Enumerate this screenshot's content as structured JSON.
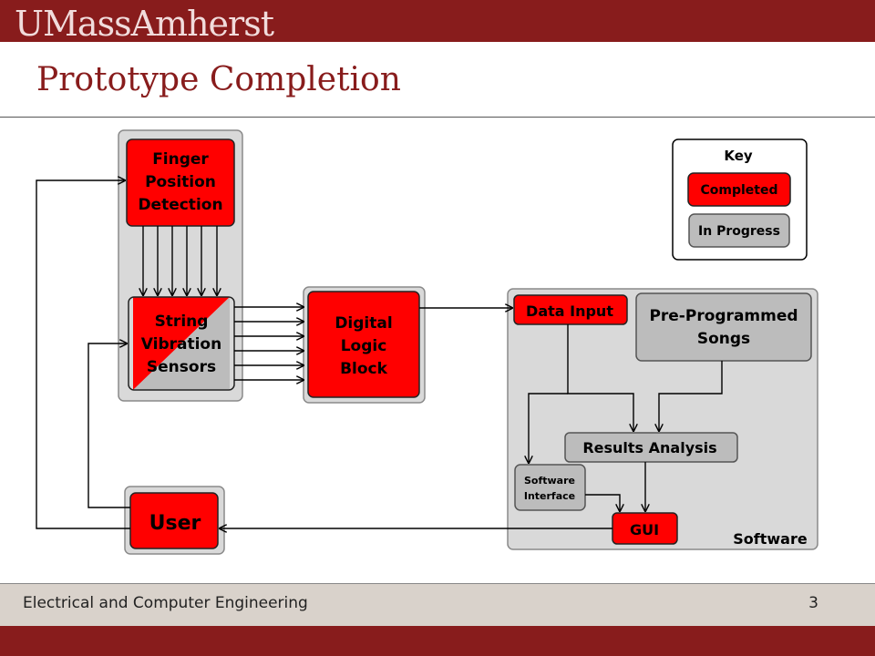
{
  "header": {
    "logo_text": "UMassAmherst"
  },
  "slide": {
    "title": "Prototype Completion"
  },
  "footer": {
    "department": "Electrical and Computer Engineering",
    "page_number": "3"
  },
  "colors": {
    "brand_maroon": "#881c1c",
    "completed": "#ff0000",
    "in_progress": "#bcbcbc",
    "panel": "#d9d9d9",
    "footer_band": "#d9d2cb"
  },
  "diagram": {
    "blocks": {
      "finger": [
        "Finger",
        "Position",
        "Detection"
      ],
      "string": [
        "String",
        "Vibration",
        "Sensors"
      ],
      "digital": [
        "Digital",
        "Logic",
        "Block"
      ],
      "user": "User",
      "data_input": "Data Input",
      "preprog": [
        "Pre-Programmed",
        "Songs"
      ],
      "results": "Results Analysis",
      "swif": [
        "Software",
        "Interface"
      ],
      "gui": "GUI",
      "software_label": "Software"
    },
    "key": {
      "title": "Key",
      "completed": "Completed",
      "in_progress": "In Progress"
    },
    "status": {
      "finger": "completed",
      "string": "partially completed",
      "digital": "completed",
      "user": "completed",
      "data_input": "completed",
      "preprog": "in progress",
      "results": "in progress",
      "swif": "in progress",
      "gui": "completed"
    }
  }
}
